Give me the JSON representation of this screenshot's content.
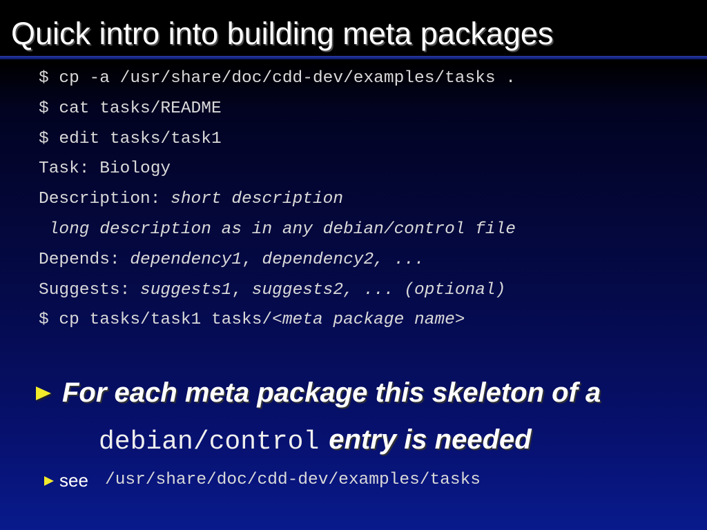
{
  "slide": {
    "title": "Quick intro into building meta packages"
  },
  "code_lines": {
    "l1": "$ cp -a /usr/share/doc/cdd-dev/examples/tasks .",
    "l2": "$ cat tasks/README",
    "l3": "$ edit tasks/task1",
    "l4": "Task: Biology",
    "l5_label": "Description: ",
    "l5_value": "short description",
    "l6_value": " long description as in any debian/control file",
    "l7_label": "Depends: ",
    "l7_dep1": "dependency1",
    "l7_sep1": ", ",
    "l7_dep2": "dependency2",
    "l7_rest": ", ...",
    "l8_label": "Suggests: ",
    "l8_s1": "suggests1",
    "l8_sep1": ", ",
    "l8_s2": "suggests2",
    "l8_rest": ", ... (optional)",
    "l9_cmd": "$ cp tasks/task1 tasks/",
    "l9_arg": "<meta package name>"
  },
  "bullet": {
    "line1": "For each meta package this skeleton of a",
    "code": "debian/control",
    "line2_rest": "entry is needed"
  },
  "sub_bullet": {
    "label": "see",
    "path": "/usr/share/doc/cdd-dev/examples/tasks"
  },
  "colors": {
    "bullet_arrow": "#f2ea2a",
    "background_top": "#000000",
    "background_bottom": "#081a8c"
  }
}
